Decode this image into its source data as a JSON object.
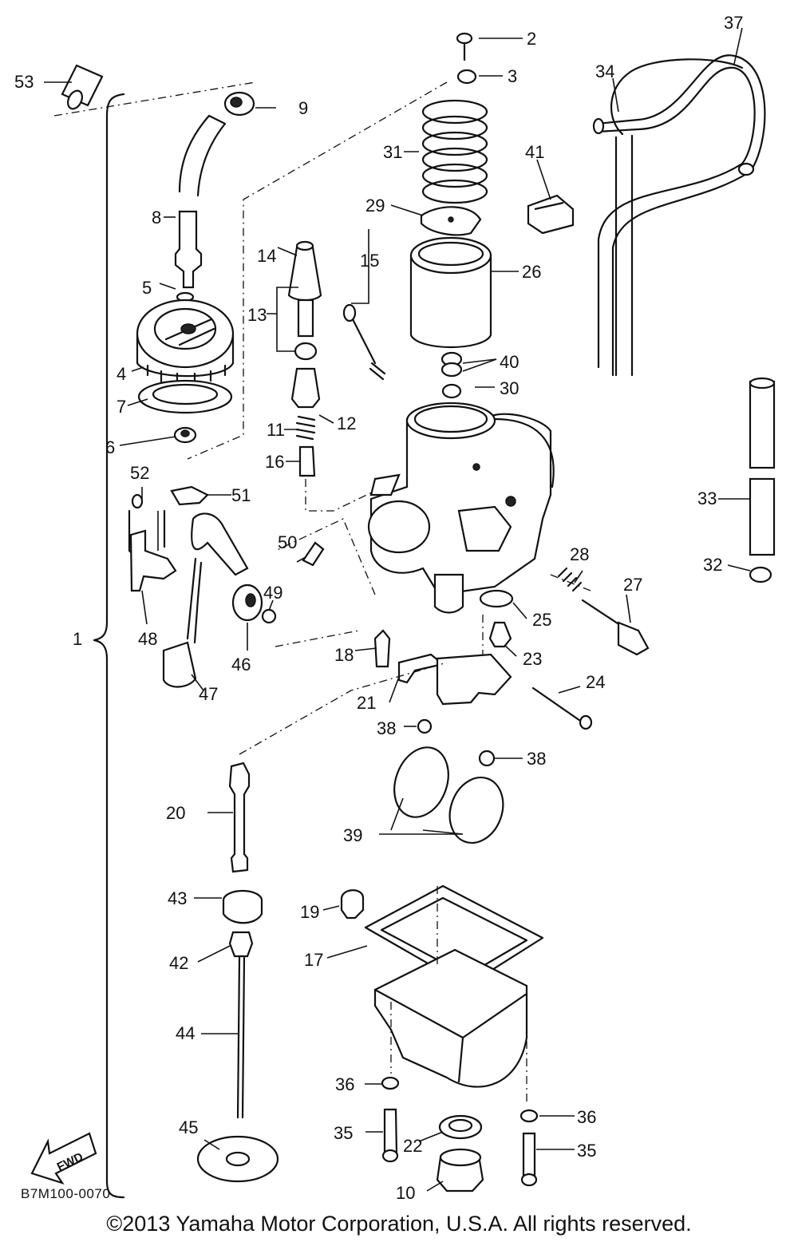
{
  "diagram": {
    "part_labels": [
      "1",
      "2",
      "3",
      "4",
      "5",
      "6",
      "7",
      "8",
      "9",
      "10",
      "11",
      "12",
      "13",
      "14",
      "15",
      "16",
      "17",
      "18",
      "19",
      "20",
      "21",
      "22",
      "23",
      "24",
      "25",
      "26",
      "27",
      "28",
      "29",
      "30",
      "31",
      "32",
      "33",
      "34",
      "35",
      "35",
      "36",
      "36",
      "37",
      "38",
      "38",
      "39",
      "40",
      "41",
      "42",
      "43",
      "44",
      "45",
      "46",
      "47",
      "48",
      "49",
      "50",
      "51",
      "52",
      "53"
    ],
    "fwd_label": "FWD",
    "drawing_code": "B7M100-0070"
  },
  "footer": {
    "copyright": "©2013 Yamaha Motor Corporation, U.S.A. All rights reserved."
  }
}
